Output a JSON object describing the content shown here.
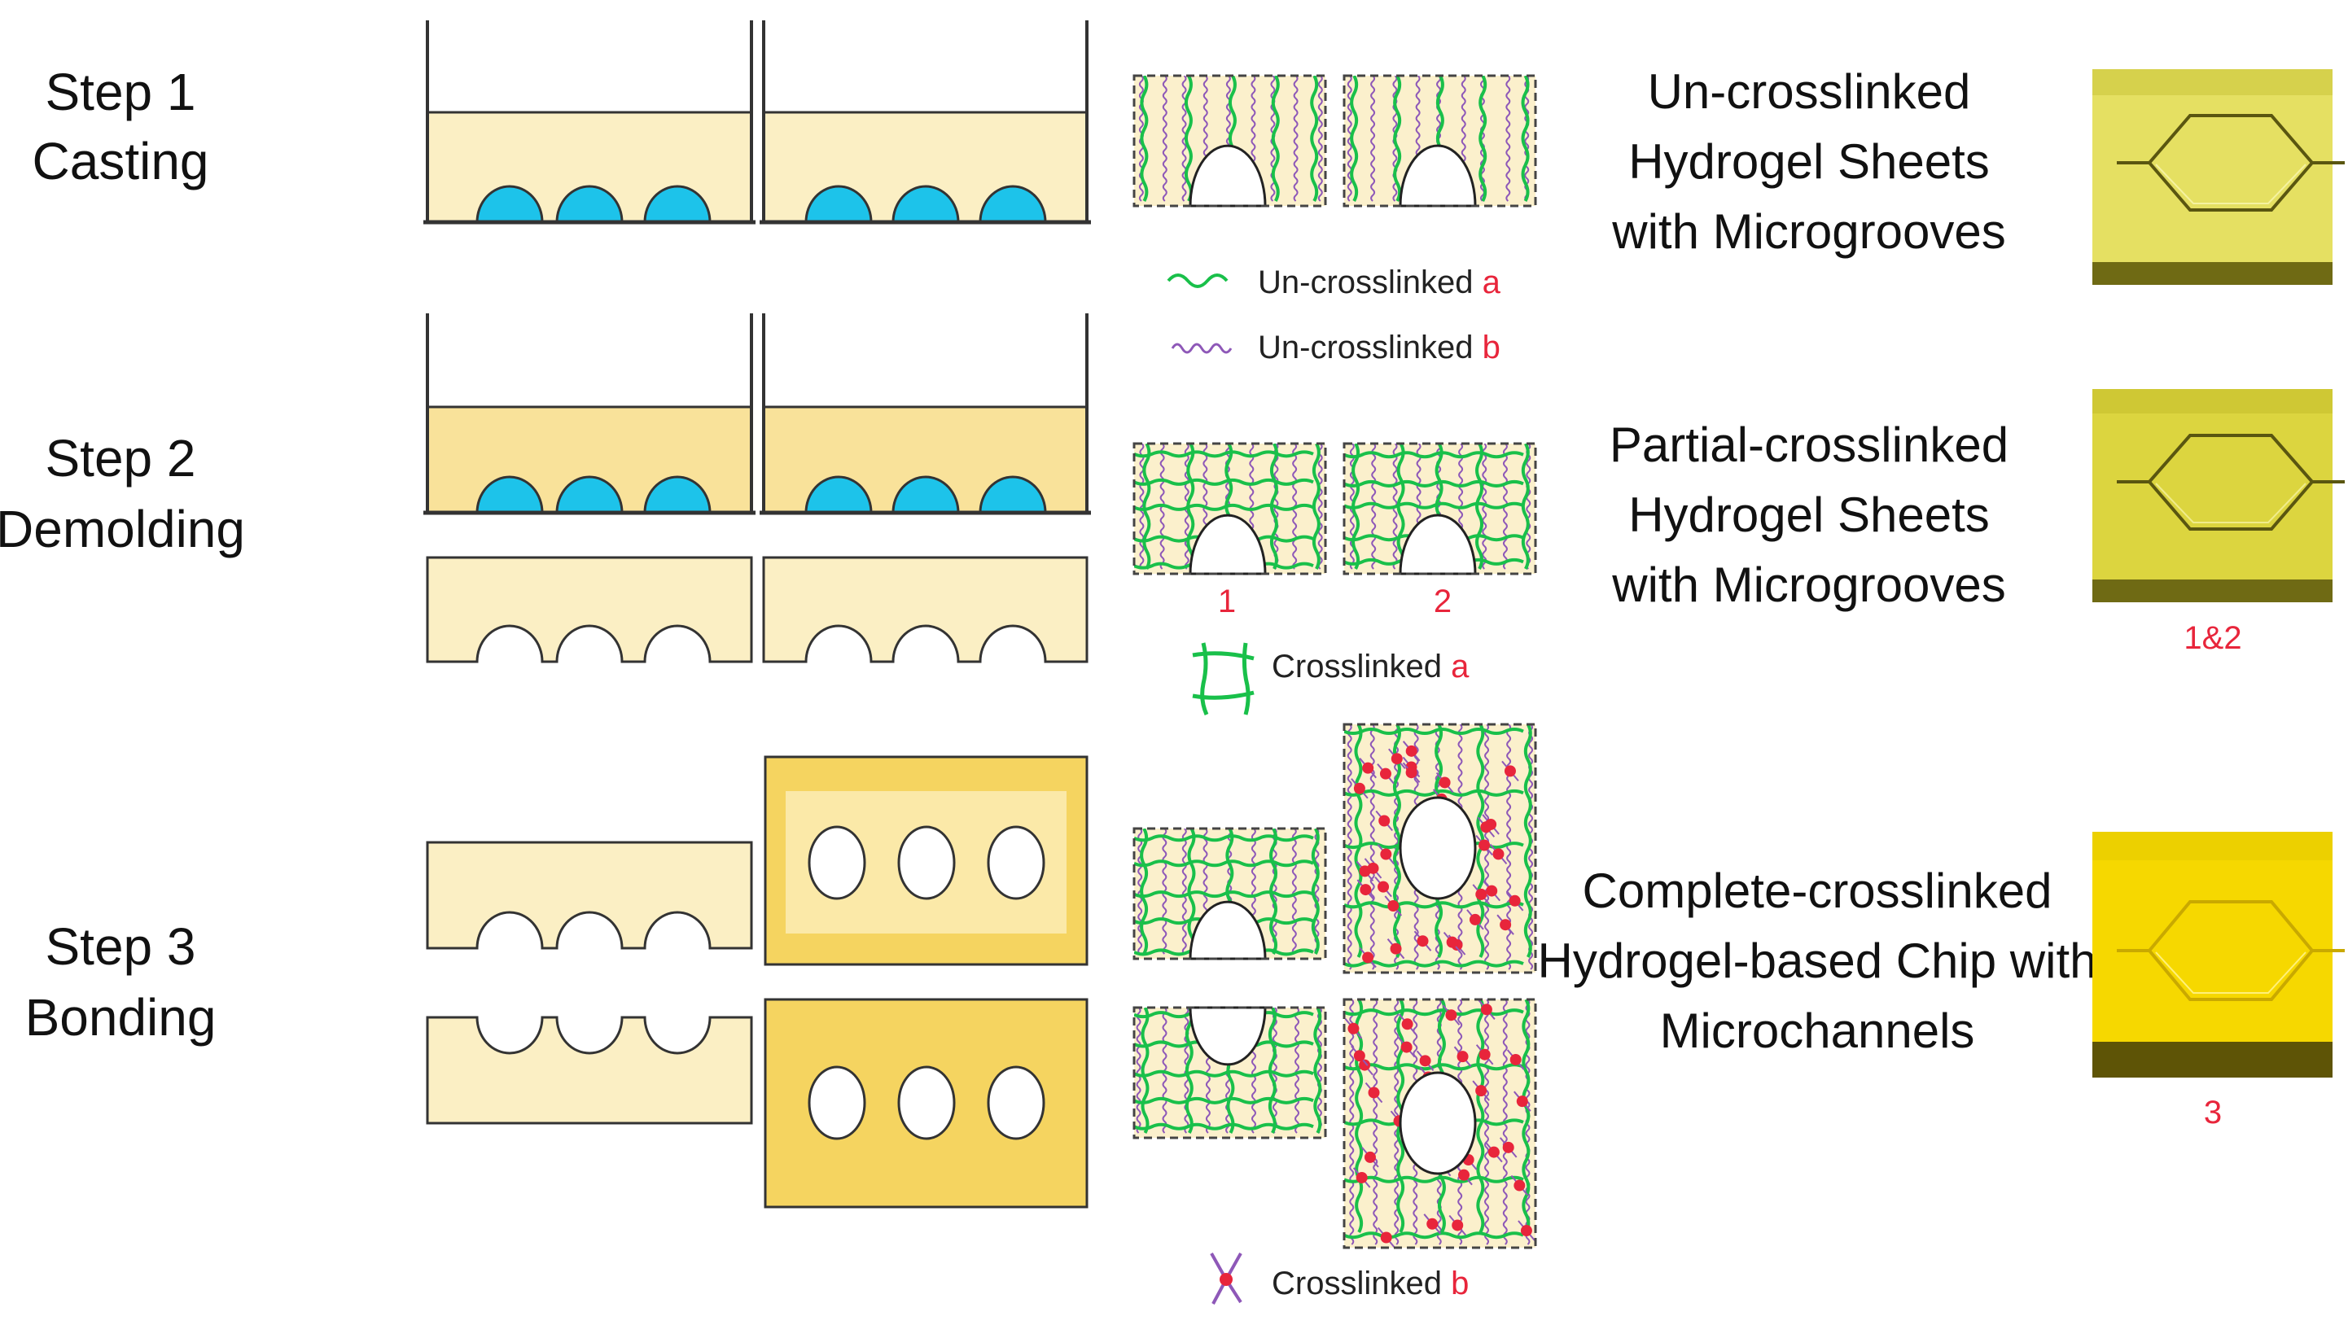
{
  "steps": [
    {
      "line1": "Step 1",
      "line2": "Casting"
    },
    {
      "line1": "Step 2",
      "line2": "Demolding"
    },
    {
      "line1": "Step 3",
      "line2": "Bonding"
    }
  ],
  "legend": {
    "uncross_a": {
      "label": "Un-crosslinked",
      "letter": "a"
    },
    "uncross_b": {
      "label": "Un-crosslinked",
      "letter": "b"
    },
    "cross_a": {
      "label": "Crosslinked",
      "letter": "a"
    },
    "cross_b": {
      "label": "Crosslinked",
      "letter": "b"
    }
  },
  "micro_labels": {
    "one": "1",
    "two": "2"
  },
  "stages": [
    {
      "lines": [
        "Un-crosslinked",
        "Hydrogel Sheets",
        "with Microgrooves"
      ],
      "caption": ""
    },
    {
      "lines": [
        "Partial-crosslinked",
        "Hydrogel Sheets",
        "with Microgrooves"
      ],
      "caption": "1&2"
    },
    {
      "lines": [
        "Complete-crosslinked",
        "Hydrogel-based Chip with",
        "Microchannels"
      ],
      "caption": "3"
    }
  ],
  "colors": {
    "gel_light": "#fbefc4",
    "gel_mid": "#f9e29a",
    "gel_dark": "#f5d460",
    "mold_bump": "#1dc3ea",
    "chain_a": "#19c04a",
    "chain_b": "#8e58b8",
    "crosslink_b": "#e8253b",
    "chip_un": "#e5e062",
    "chip_partial": "#dcd53f",
    "chip_complete": "#f6d800"
  }
}
